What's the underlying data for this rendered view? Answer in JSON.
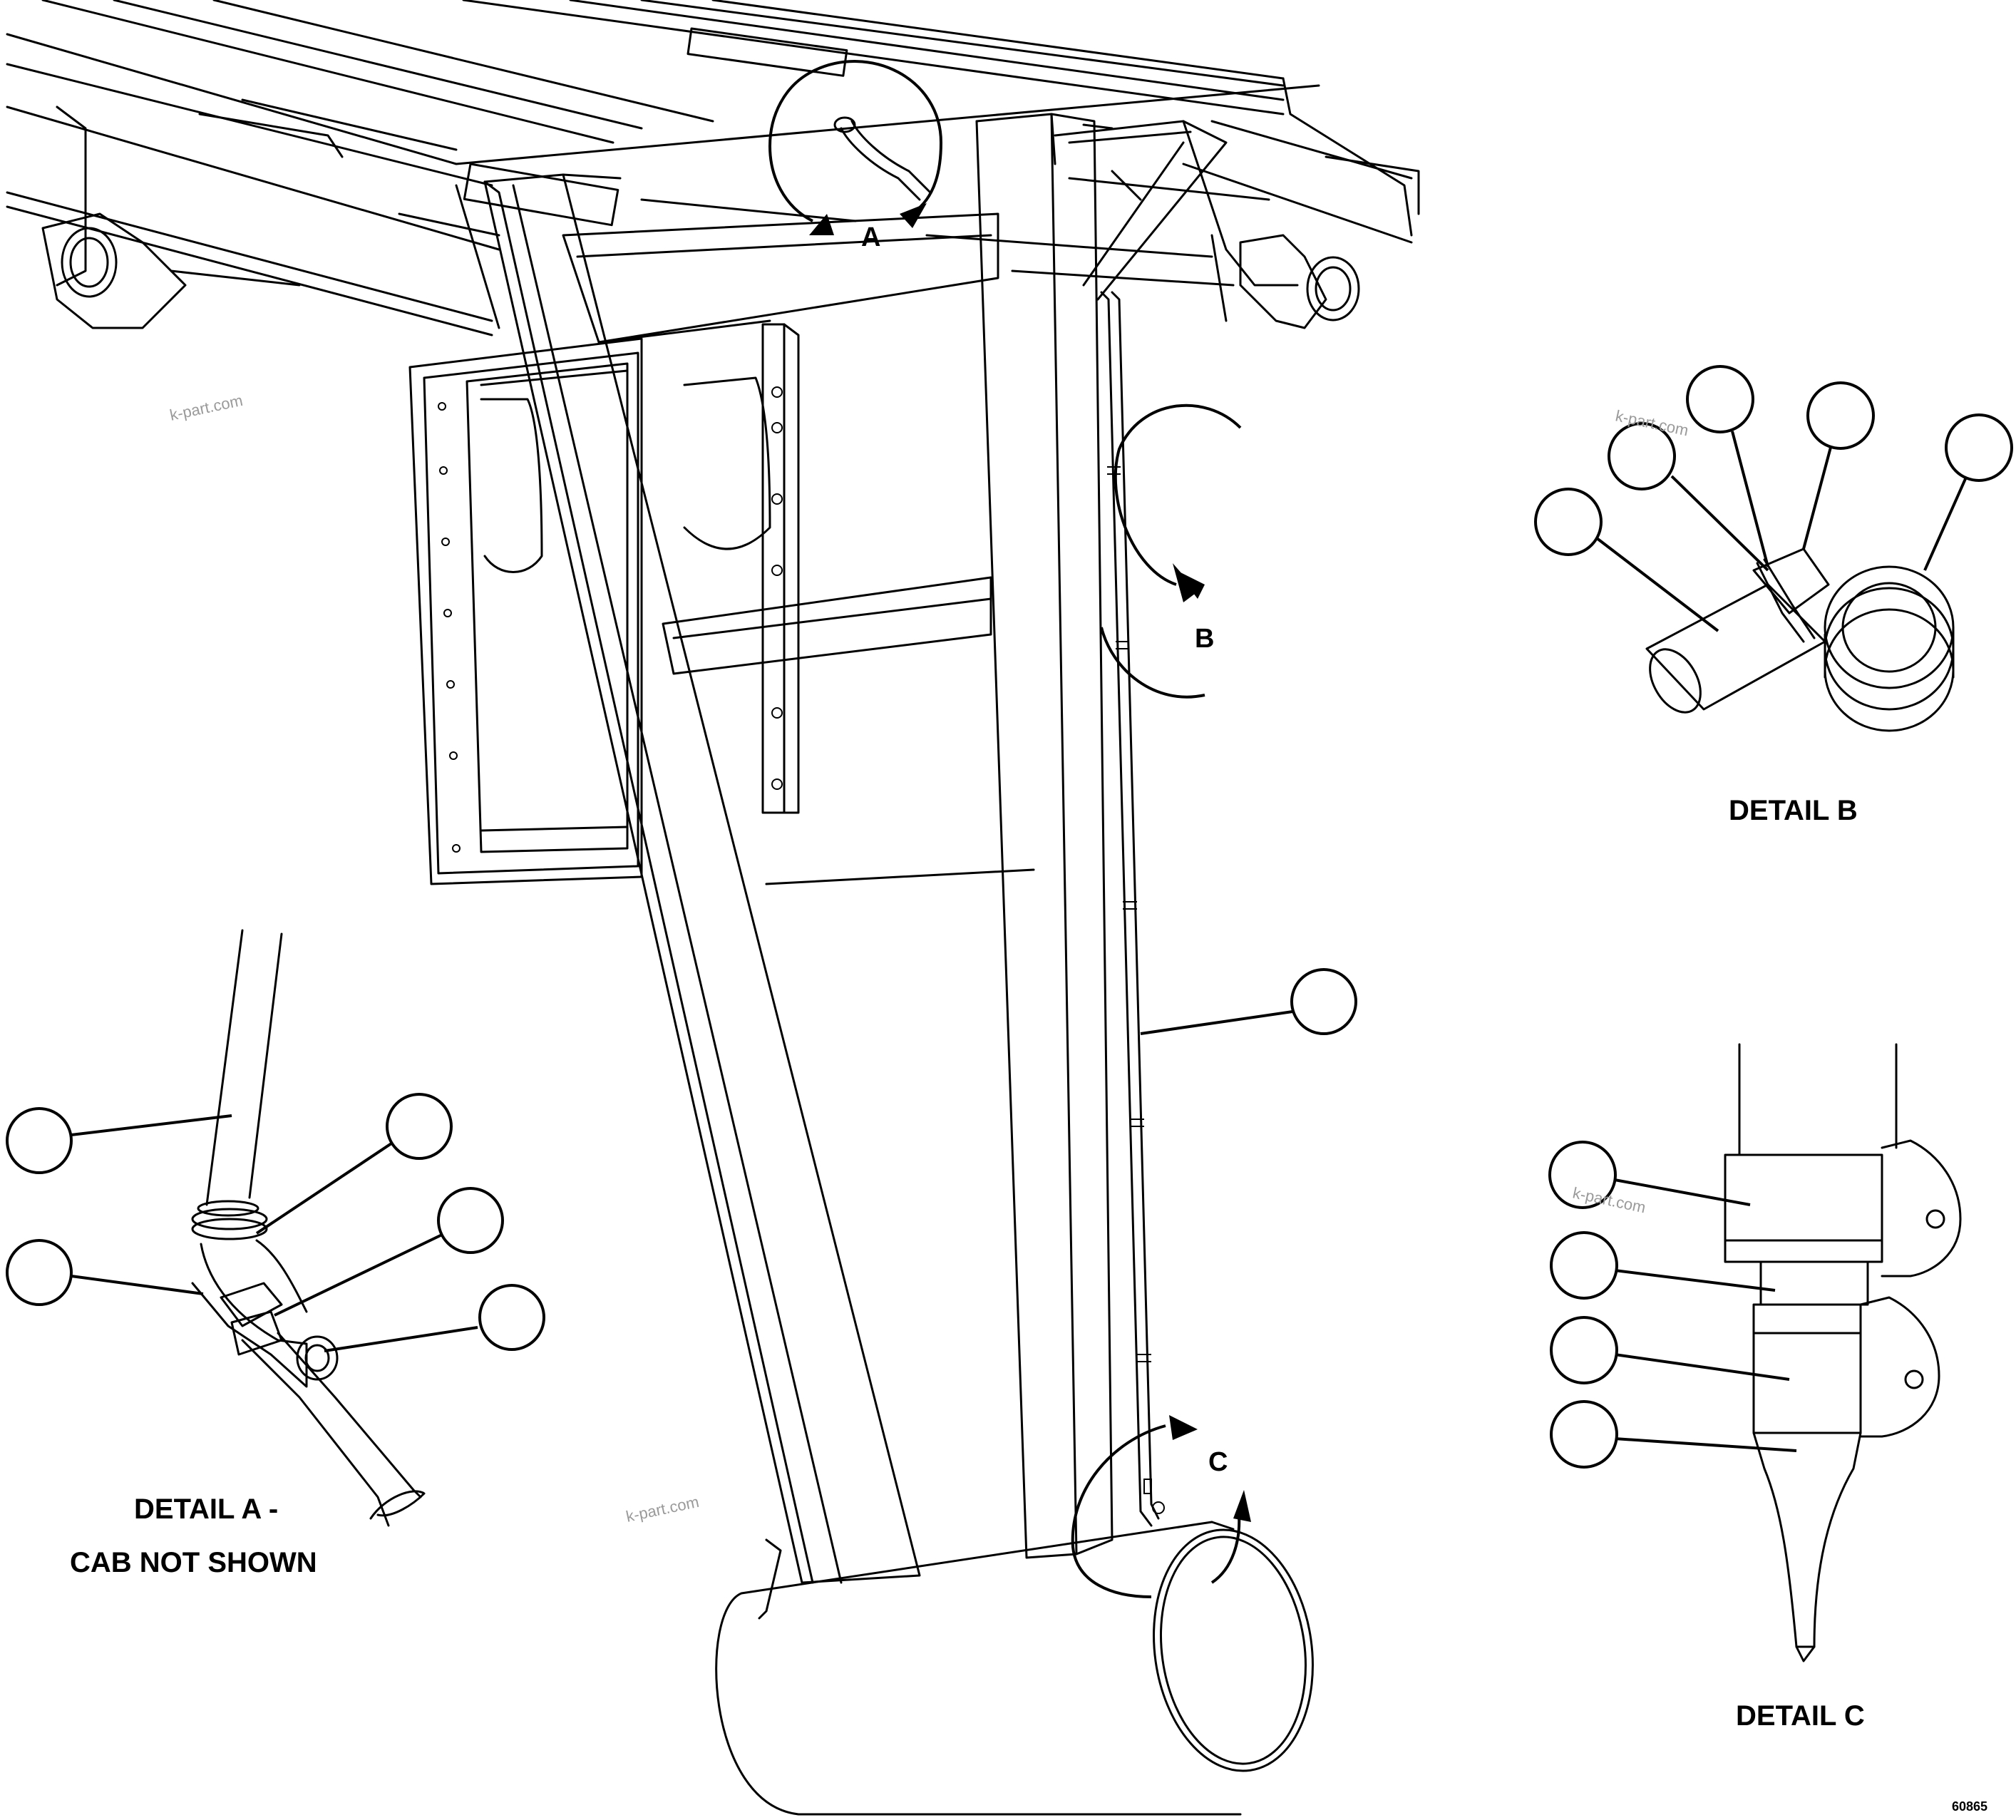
{
  "detail_markers": {
    "a": "A",
    "b": "B",
    "c": "C"
  },
  "captions": {
    "detail_a_line1": "DETAIL A -",
    "detail_a_line2": "CAB NOT SHOWN",
    "detail_b": "DETAIL B",
    "detail_c": "DETAIL C"
  },
  "drawing_number": "60865",
  "watermark": "k-part.com"
}
